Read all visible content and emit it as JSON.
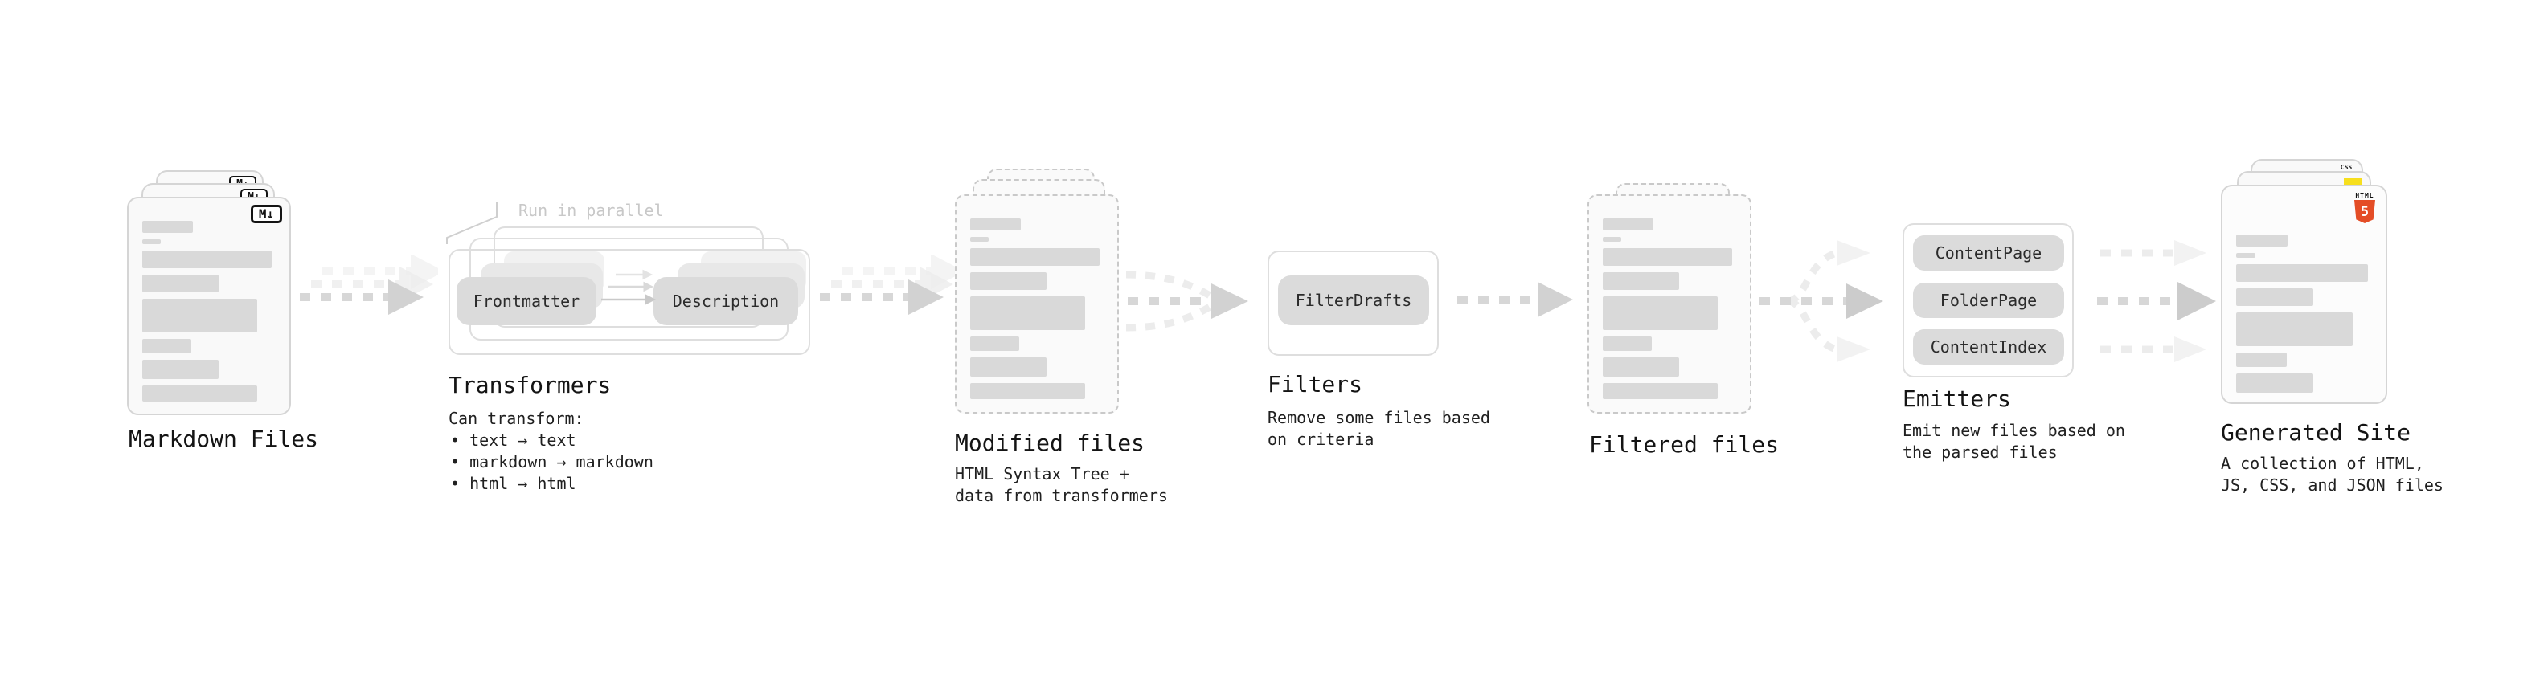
{
  "colors": {
    "card-border": "#d5d5d5",
    "card-fill": "#f9f9f9",
    "dash-border": "#c9c9c9",
    "bar": "#d9d9d9",
    "pill": "#dbdbdb",
    "arrow": "#d7d7d7",
    "arrow-dark": "#cccccc",
    "text": "#141414",
    "annotation": "#c8c8c8",
    "html5-orange": "#e44d26",
    "js-yellow": "#f7df1e",
    "css-blue": "#2965f1"
  },
  "stages": {
    "markdown": {
      "label": "Markdown Files",
      "badge": "M↓"
    },
    "transformers": {
      "label": "Transformers",
      "annotation": "Run in parallel",
      "pill_left": "Frontmatter",
      "pill_right": "Description",
      "caption_title": "Can transform:",
      "bullets": [
        "• text → text",
        "• markdown → markdown",
        "• html → html"
      ]
    },
    "modified": {
      "label": "Modified files",
      "caption": [
        "HTML Syntax Tree +",
        "data from transformers"
      ]
    },
    "filters": {
      "label": "Filters",
      "pill": "FilterDrafts",
      "caption": [
        "Remove some files based",
        "on criteria"
      ]
    },
    "filtered": {
      "label": "Filtered files"
    },
    "emitters": {
      "label": "Emitters",
      "pills": [
        "ContentPage",
        "FolderPage",
        "ContentIndex"
      ],
      "caption": [
        "Emit new files based on",
        "the parsed files"
      ]
    },
    "generated": {
      "label": "Generated Site",
      "caption": [
        "A collection of HTML,",
        "JS, CSS, and JSON files"
      ],
      "css_badge": "CSS",
      "html_badge": "HTML",
      "html5_number": "5"
    }
  },
  "file_bars": [
    {
      "w": 38,
      "h": 15
    },
    {
      "w": 14,
      "h": 6
    },
    {
      "w": 97,
      "h": 22
    },
    {
      "w": 57,
      "h": 22
    },
    {
      "w": 86,
      "h": 42
    },
    {
      "w": 37,
      "h": 18
    },
    {
      "w": 57,
      "h": 24
    },
    {
      "w": 86,
      "h": 20
    }
  ]
}
